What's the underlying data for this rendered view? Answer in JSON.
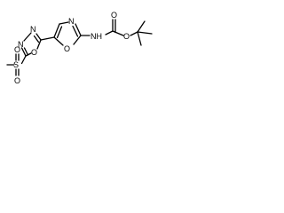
{
  "molecule": {
    "atoms": {
      "oxadiazole_n1": "N",
      "oxadiazole_n2": "N",
      "oxadiazole_o": "O",
      "sulfonyl_s": "S",
      "sulfonyl_o_top": "O",
      "sulfonyl_o_bottom": "O",
      "oxazole_n": "N",
      "oxazole_o": "O",
      "carbamate_nh": "NH",
      "carbonyl_o": "O",
      "ester_o": "O"
    }
  }
}
